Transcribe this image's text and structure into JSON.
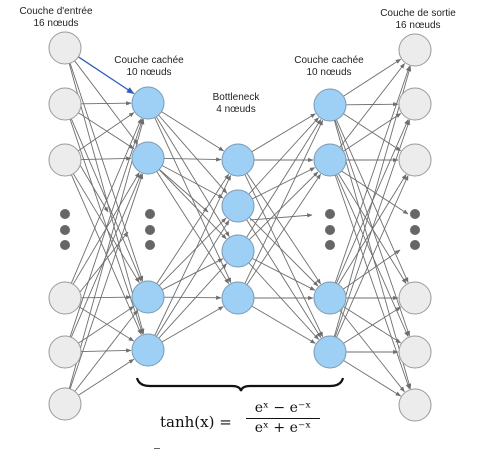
{
  "labels": {
    "input_title": "Couche d'entrée",
    "input_count": "16 nœuds",
    "hidden1_title": "Couche cachée",
    "hidden1_count": "10 nœuds",
    "bottleneck_title": "Bottleneck",
    "bottleneck_count": "4 nœuds",
    "hidden2_title": "Couche cachée",
    "hidden2_count": "10 nœuds",
    "output_title": "Couche de sortie",
    "output_count": "16 nœuds"
  },
  "formula": {
    "lhs": "tanh(x) =",
    "numerator": "eˣ − e⁻ˣ",
    "denominator": "eˣ + e⁻ˣ"
  },
  "colors": {
    "input_node_fill": "#ececec",
    "input_node_stroke": "#9a9a9a",
    "hidden_node_fill": "#9ecff5",
    "hidden_node_stroke": "#7a9ab3",
    "edge": "#6e6e6e",
    "highlight_edge": "#2e5fbf",
    "ellipsis_dot": "#666666"
  }
}
